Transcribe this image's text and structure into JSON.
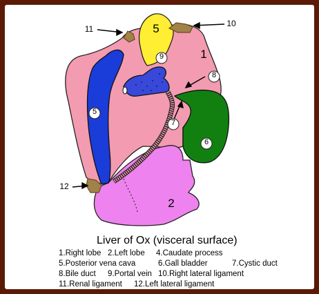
{
  "title": "Liver of Ox (visceral surface)",
  "legend": [
    "1.Right lobe",
    "2.Left lobe",
    "4.Caudate process",
    "5.Posterior vena cava",
    "6.Gall bladder",
    "7.Cystic duct",
    "8.Bile duct",
    "9.Portal vein",
    "10.Right lateral ligament",
    "11.Renal ligament",
    "12.Left lateral ligament"
  ],
  "labels": {
    "n1": "1",
    "n2": "2",
    "n5a": "5",
    "n5b": "5",
    "n6": "6",
    "n7": "7",
    "n8": "8",
    "n9": "9",
    "n10": "10",
    "n11": "11",
    "n12": "12"
  },
  "colors": {
    "frame": "#5b1a06",
    "right_lobe": "#f39bb0",
    "left_lobe": "#ee82ee",
    "caudate": "#ffee33",
    "vena_cava": "#1a3cd8",
    "gall_bladder": "#118011",
    "portal_vein": "#3848d8",
    "ligament": "#a0824a"
  }
}
